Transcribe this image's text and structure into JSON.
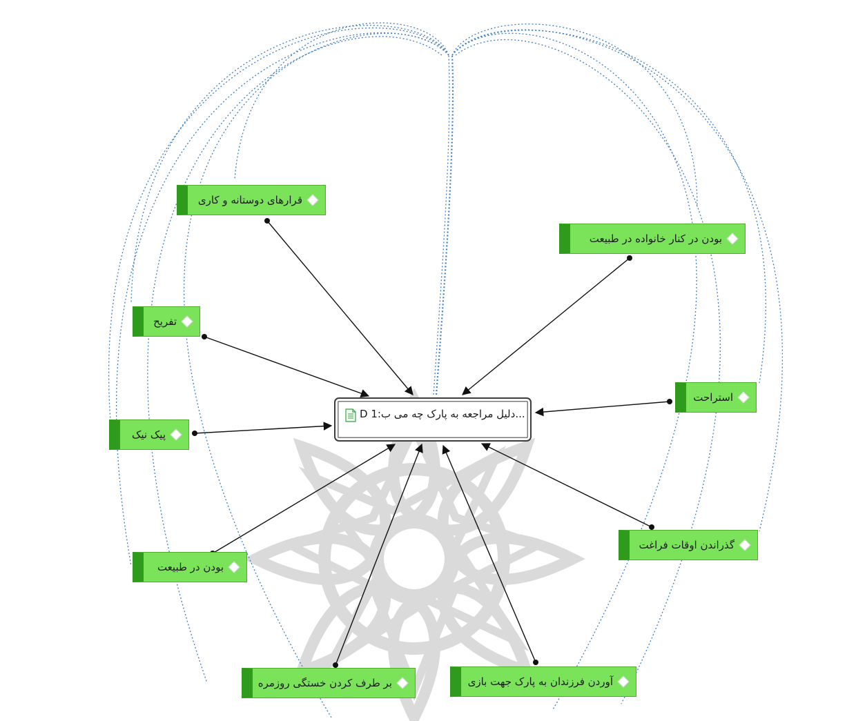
{
  "central": {
    "label": "D 1:دلیل مراجعه به پارک چه می ب...",
    "icon": "document-icon"
  },
  "nodes": [
    {
      "id": "gharar",
      "label": "قرارهای دوستانه و کاری"
    },
    {
      "id": "bodan-khanevade",
      "label": "بودن در کنار خانواده در طبیعت"
    },
    {
      "id": "tafrih",
      "label": "تفریح"
    },
    {
      "id": "esterahat",
      "label": "استراحت"
    },
    {
      "id": "piknik",
      "label": "پیک نیک"
    },
    {
      "id": "gozarandan",
      "label": "گذراندن اوقات فراغت"
    },
    {
      "id": "bodan-tabiat",
      "label": "بودن در طبیعت"
    },
    {
      "id": "bartaraf",
      "label": "بر طرف کردن خستگی روزمره"
    },
    {
      "id": "avordan",
      "label": "آوردن فرزندان به پارک جهت بازی"
    }
  ],
  "colors": {
    "code_fill": "#7be35a",
    "code_bar": "#2f9b1c",
    "arrow": "#000000",
    "cooccurrence_link": "#3f7fc4",
    "watermark": "#cfcfcf"
  }
}
